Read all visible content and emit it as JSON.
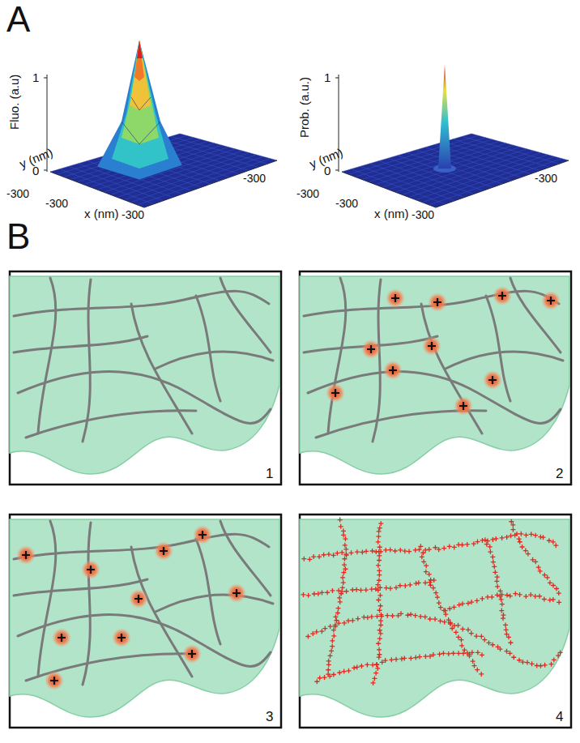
{
  "diagram": {
    "labels": [
      "A",
      "Fluo. (a.u)",
      "1",
      "0",
      "y (nm)",
      "-300",
      "-300",
      "x (nm)",
      "-300",
      "-300",
      "Prob. (a.u.)",
      "1",
      "0",
      "y (nm)",
      "-300",
      "-300",
      "x (nm)",
      "-300",
      "-300",
      "B",
      "1",
      "2",
      "3",
      "4"
    ]
  }
}
